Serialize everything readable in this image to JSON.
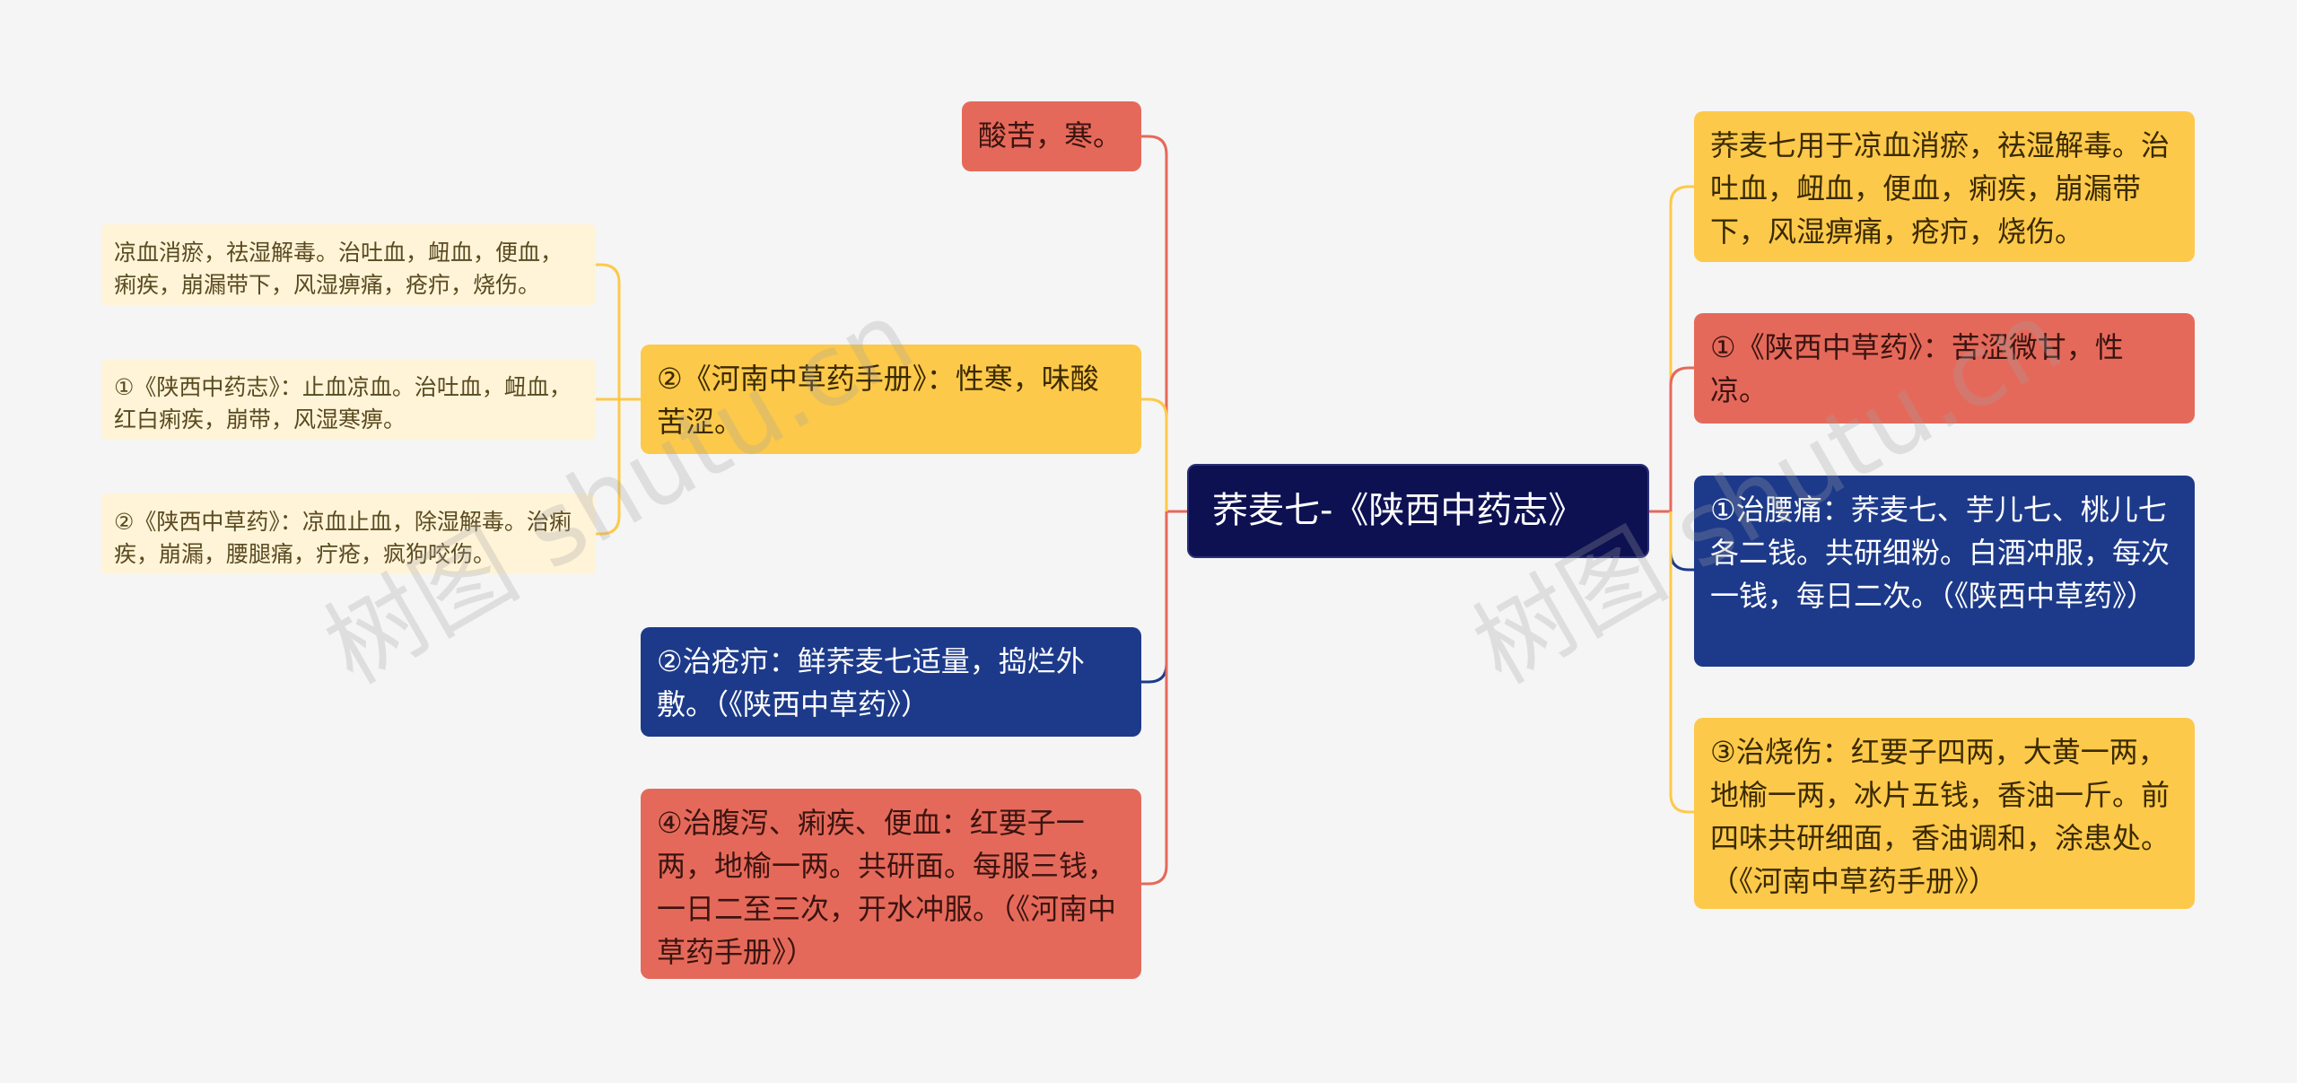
{
  "root": {
    "label": "荞麦七-《陕西中药志》"
  },
  "left": {
    "taste": "酸苦，寒。",
    "henan": "②《河南中草药手册》：性寒，味酸苦涩。",
    "henan_children": [
      "凉血消瘀，祛湿解毒。治吐血，衄血，便血，痢疾，崩漏带下，风湿痹痛，疮疖，烧伤。",
      "①《陕西中药志》：止血凉血。治吐血，衄血，红白痢疾，崩带，风湿寒痹。",
      "②《陕西中草药》：凉血止血，除湿解毒。治痢疾，崩漏，腰腿痛，疔疮，疯狗咬伤。"
    ],
    "sores": "②治疮疖：鲜荞麦七适量，捣烂外敷。（《陕西中草药》）",
    "diarrhea": "④治腹泻、痢疾、便血：红要子一两，地榆一两。共研面。每服三钱，一日二至三次，开水冲服。（《河南中草药手册》）"
  },
  "right": {
    "usage": "荞麦七用于凉血消瘀，祛湿解毒。治吐血，衄血，便血，痢疾，崩漏带下，风湿痹痛，疮疖，烧伤。",
    "shaanxi": "①《陕西中草药》：苦涩微甘，性凉。",
    "backpain": "①治腰痛：荞麦七、芋儿七、桃儿七各二钱。共研细粉。白酒冲服，每次一钱，每日二次。（《陕西中草药》）",
    "burns": "③治烧伤：红要子四两，大黄一两，地榆一两，冰片五钱，香油一斤。前四味共研细面，香油调和，涂患处。（《河南中草药手册》）"
  },
  "watermarks": [
    "树图 shutu.cn",
    "树图 shutu.cn"
  ],
  "colors": {
    "red": "#e5695a",
    "yellow": "#fdc94a",
    "blue": "#1d3a8a",
    "root": "#0d1152",
    "cream": "#fff4d8"
  }
}
